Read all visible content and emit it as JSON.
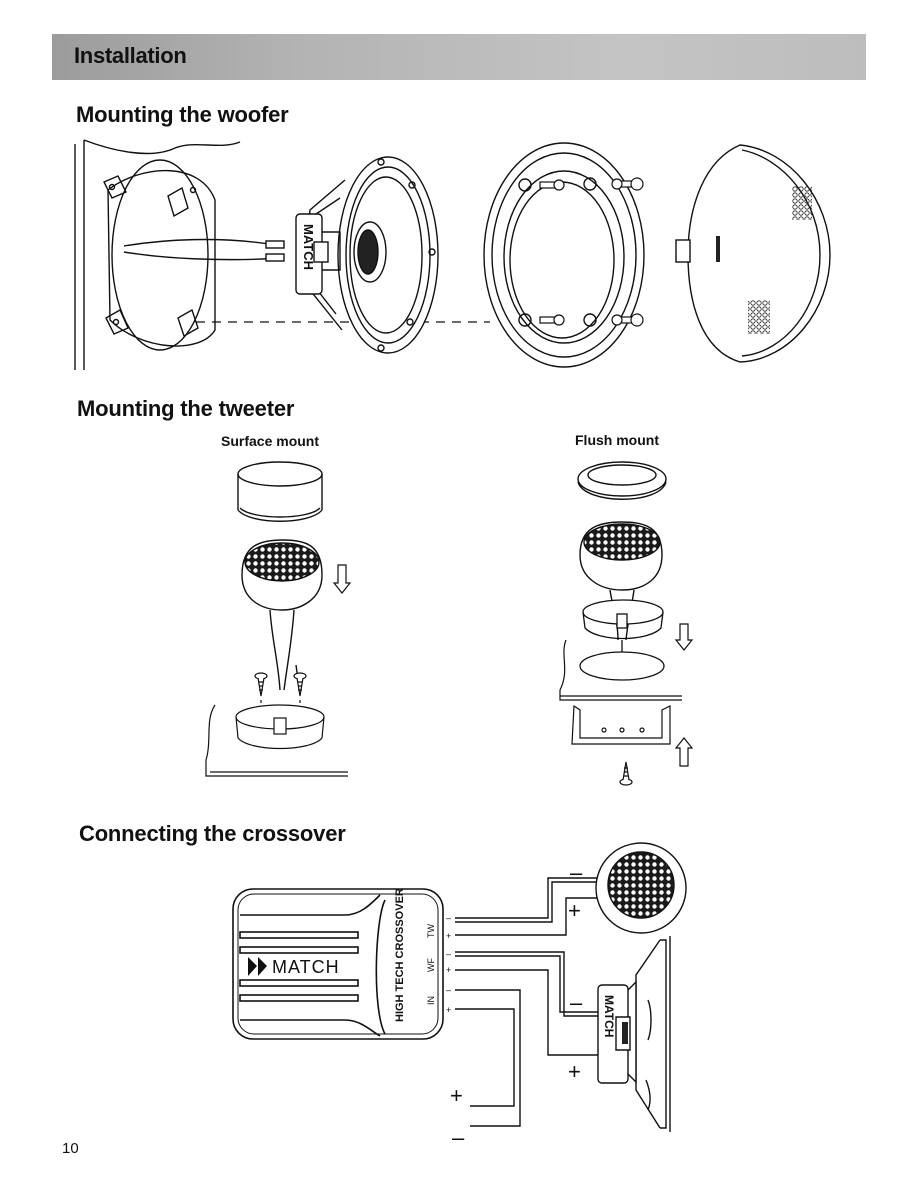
{
  "header": {
    "title": "Installation"
  },
  "sections": {
    "woofer": {
      "title": "Mounting the woofer"
    },
    "tweeter": {
      "title": "Mounting the tweeter",
      "surface_label": "Surface mount",
      "flush_label": "Flush mount"
    },
    "crossover": {
      "title": "Connecting the crossover",
      "brand": "MATCH",
      "device_label": "HIGH TECH CROSSOVER",
      "terminals": {
        "tw": "TW",
        "wf": "WF",
        "in": "IN",
        "plus": "+",
        "minus": "–"
      },
      "polarity": {
        "plus": "+",
        "minus": "–"
      }
    }
  },
  "footer": {
    "page_number": "10"
  },
  "icons": [
    "speaker-woofer-icon",
    "tweeter-icon",
    "crossover-icon",
    "screw-icon",
    "down-arrow-icon",
    "up-arrow-icon"
  ]
}
